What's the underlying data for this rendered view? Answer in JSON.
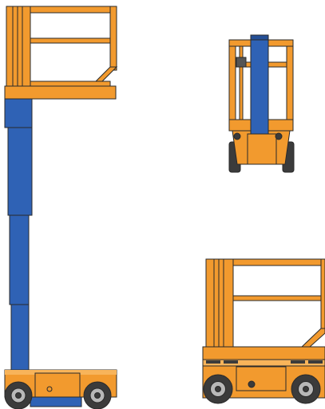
{
  "colors": {
    "background": "#ffffff",
    "chassis_orange": "#f29a2e",
    "chassis_shadow": "#d9801c",
    "mast_blue": "#2f62b5",
    "mast_blue_dark": "#244f96",
    "outline": "#2a2a2a",
    "tire": "#3b3b3b",
    "hub": "#b8b8b8"
  },
  "figures": [
    {
      "name": "lift-side-extended-view",
      "state": "mast extended",
      "view": "side"
    },
    {
      "name": "lift-rear-view",
      "state": "mast stowed",
      "view": "rear"
    },
    {
      "name": "lift-side-stowed-view",
      "state": "mast stowed",
      "view": "side"
    }
  ]
}
